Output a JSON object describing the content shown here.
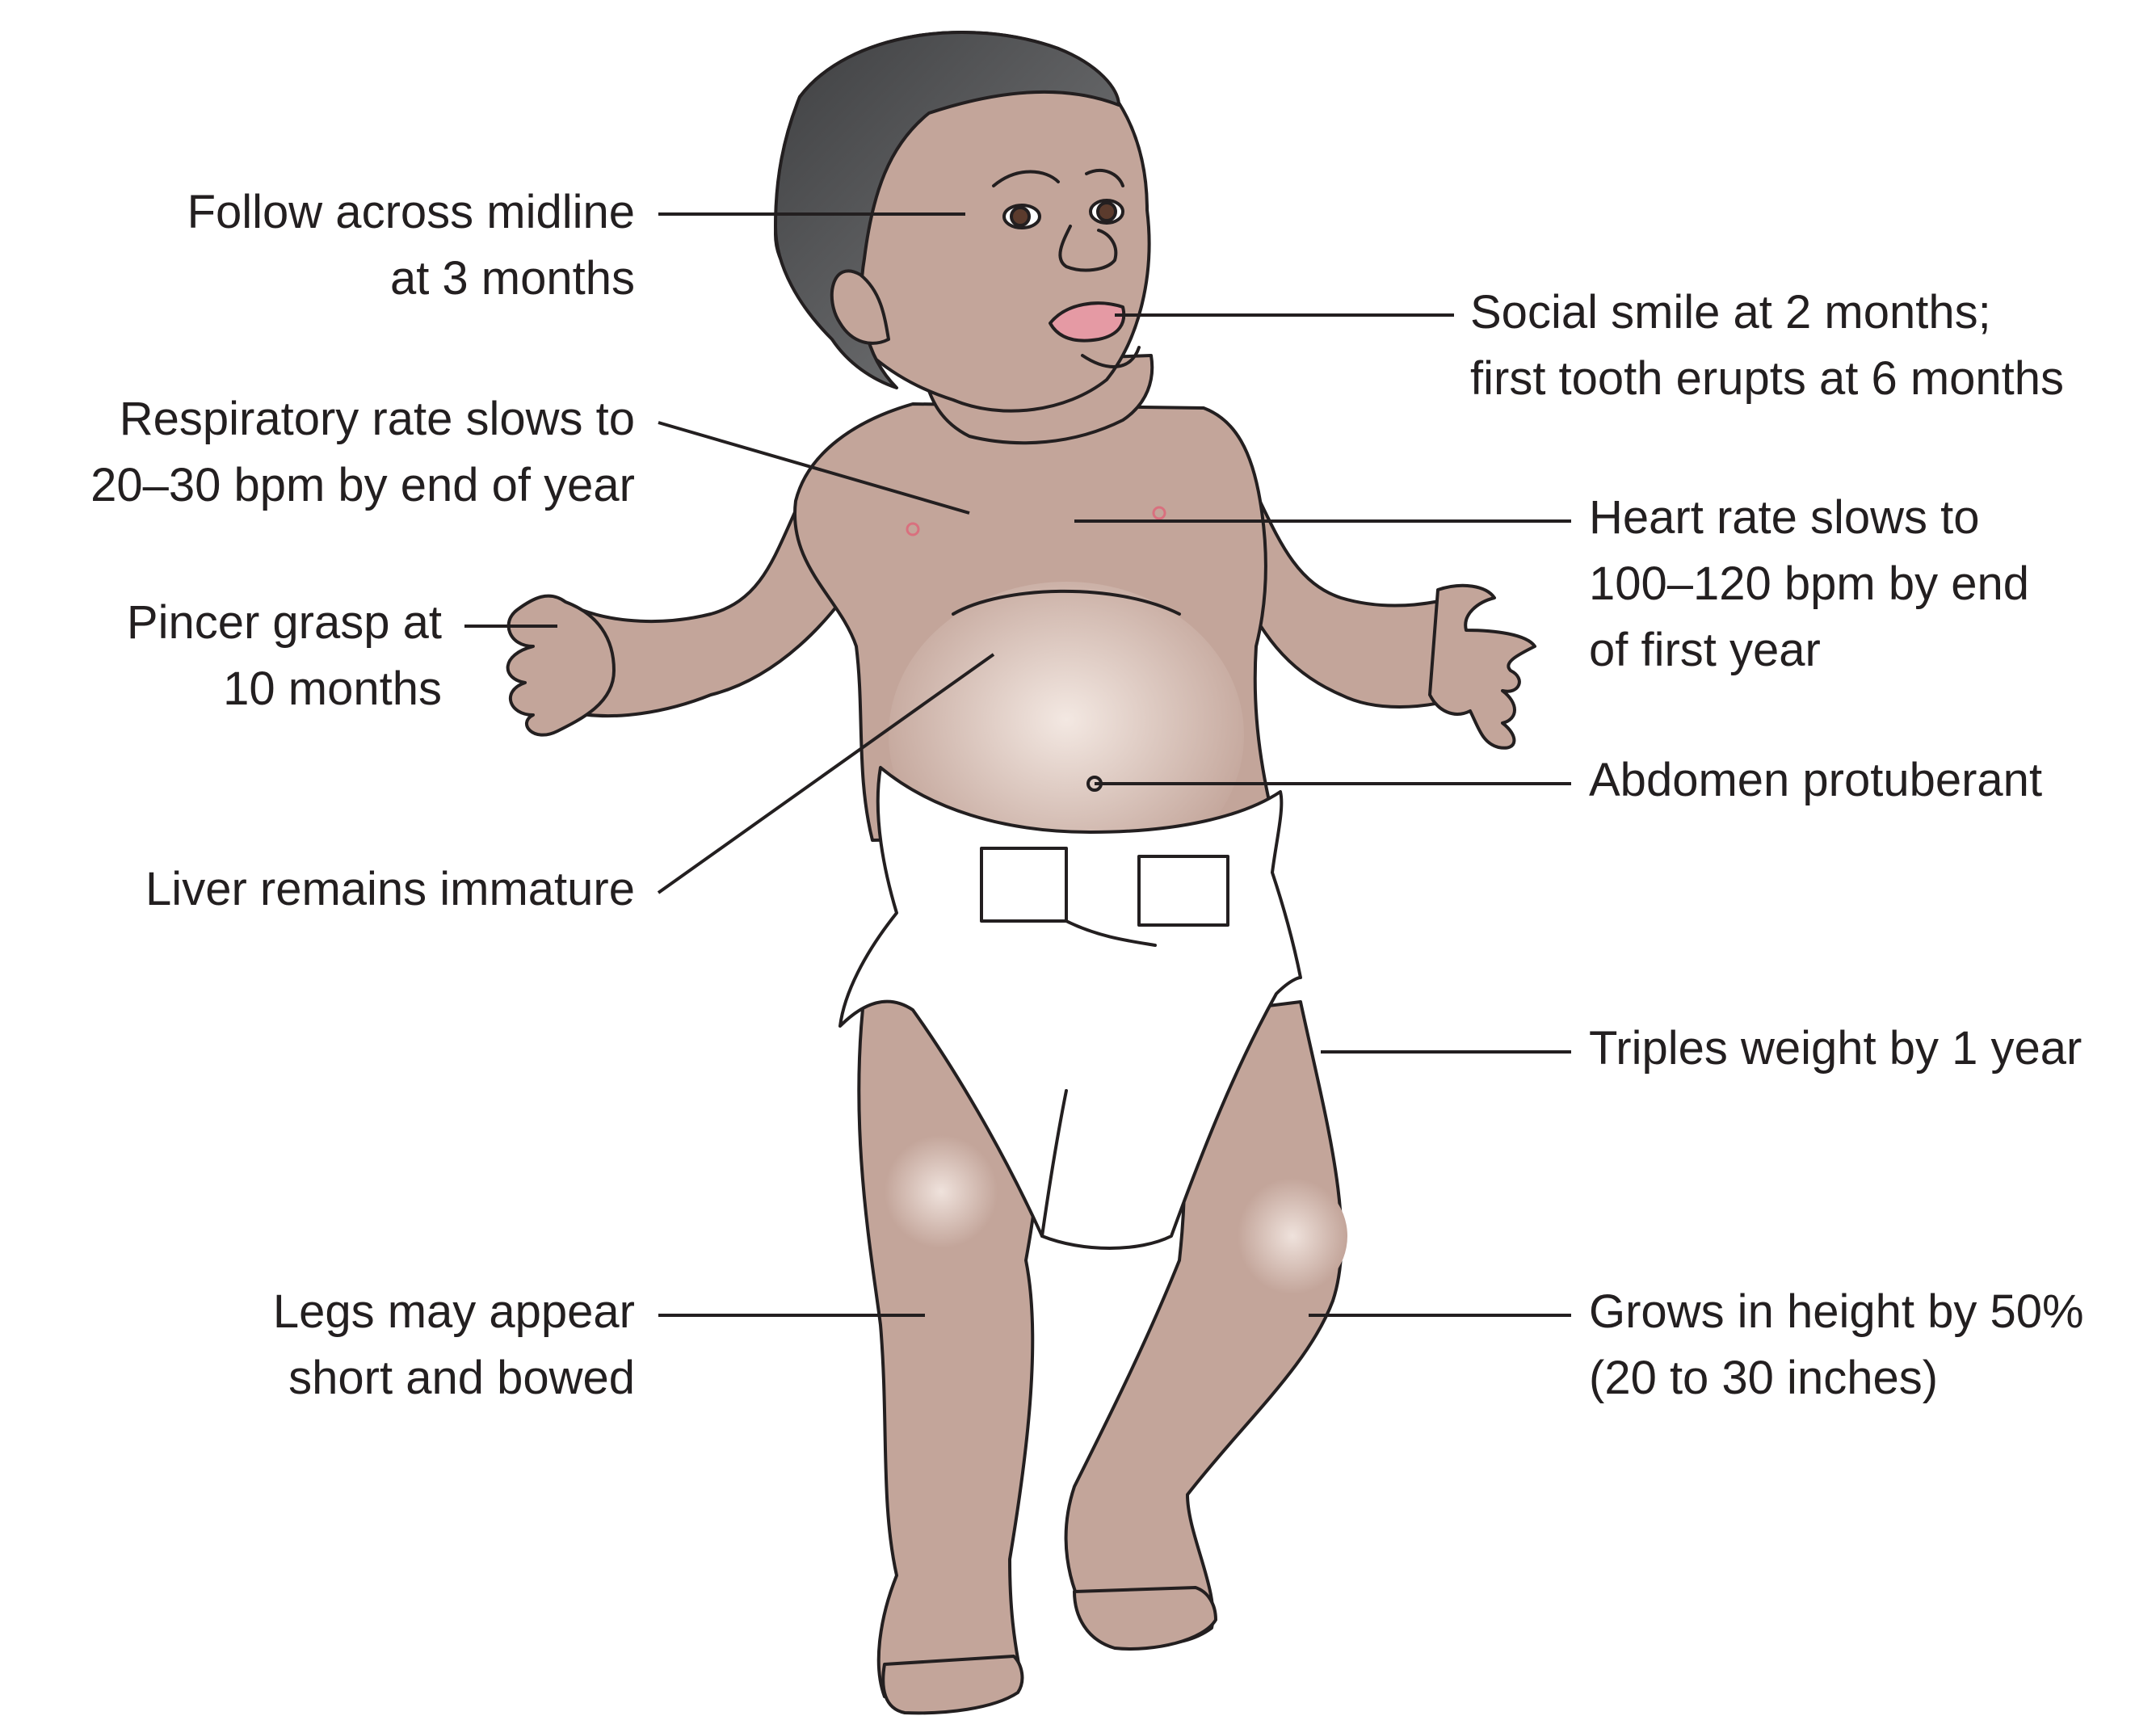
{
  "labels": {
    "follow_midline": [
      "Follow across midline",
      "at 3 months"
    ],
    "social_smile": [
      "Social smile at 2 months;",
      "first tooth erupts at 6 months"
    ],
    "respiratory": [
      "Respiratory rate slows to",
      "20–30 bpm by end of year"
    ],
    "heart_rate": [
      "Heart rate slows to",
      "100–120 bpm by end",
      "of first year"
    ],
    "pincer": [
      "Pincer grasp at",
      "10 months"
    ],
    "abdomen": [
      "Abdomen protuberant"
    ],
    "liver": [
      "Liver remains immature"
    ],
    "weight": [
      "Triples weight by 1 year"
    ],
    "legs": [
      "Legs may appear",
      "short and bowed"
    ],
    "height": [
      "Grows in height by 50%",
      "(20 to 30 inches)"
    ]
  },
  "colors": {
    "skin": "#c3a59a",
    "skin_highlight": "#eadbd3",
    "hair": "#5a5b5d",
    "diaper": "#ffffff",
    "lips": "#e59aa4",
    "outline": "#231f20",
    "leader": "#231f20"
  }
}
